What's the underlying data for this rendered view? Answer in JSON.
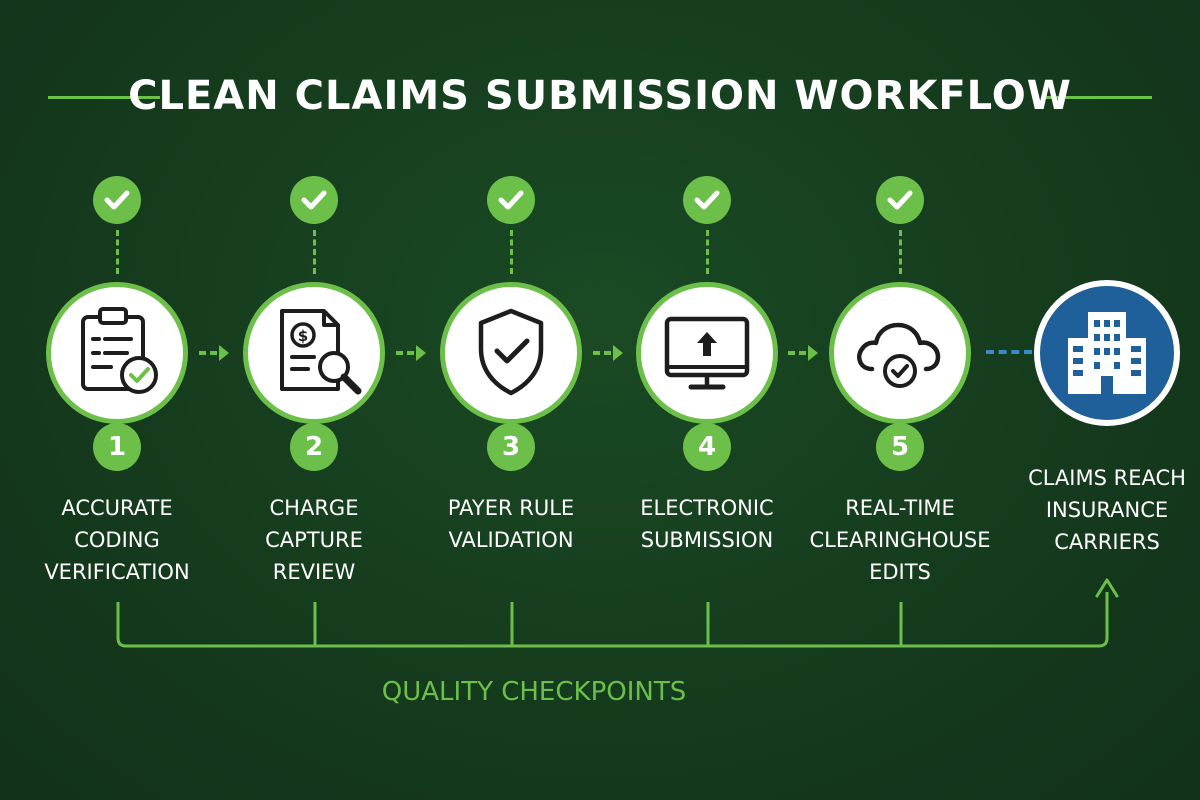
{
  "title": "CLEAN CLAIMS SUBMISSION WORKFLOW",
  "steps": [
    {
      "number": "1",
      "icon": "clipboard-check-icon",
      "lines": [
        "ACCURATE",
        "CODING",
        "VERIFICATION"
      ]
    },
    {
      "number": "2",
      "icon": "invoice-search-icon",
      "lines": [
        "CHARGE",
        "CAPTURE",
        "REVIEW"
      ]
    },
    {
      "number": "3",
      "icon": "shield-check-icon",
      "lines": [
        "PAYER RULE",
        "VALIDATION"
      ]
    },
    {
      "number": "4",
      "icon": "monitor-upload-icon",
      "lines": [
        "ELECTRONIC",
        "SUBMISSION"
      ]
    },
    {
      "number": "5",
      "icon": "cloud-check-icon",
      "lines": [
        "REAL-TIME",
        "CLEARINGHOUSE",
        "EDITS"
      ]
    }
  ],
  "final": {
    "icon": "building-icon",
    "lines": [
      "CLAIMS REACH",
      "INSURANCE",
      "CARRIERS"
    ]
  },
  "footer_label": "QUALITY CHECKPOINTS",
  "colors": {
    "background": "#163f1f",
    "accent_green": "#6cc04a",
    "final_blue": "#1f5f9a",
    "text": "#ffffff"
  }
}
